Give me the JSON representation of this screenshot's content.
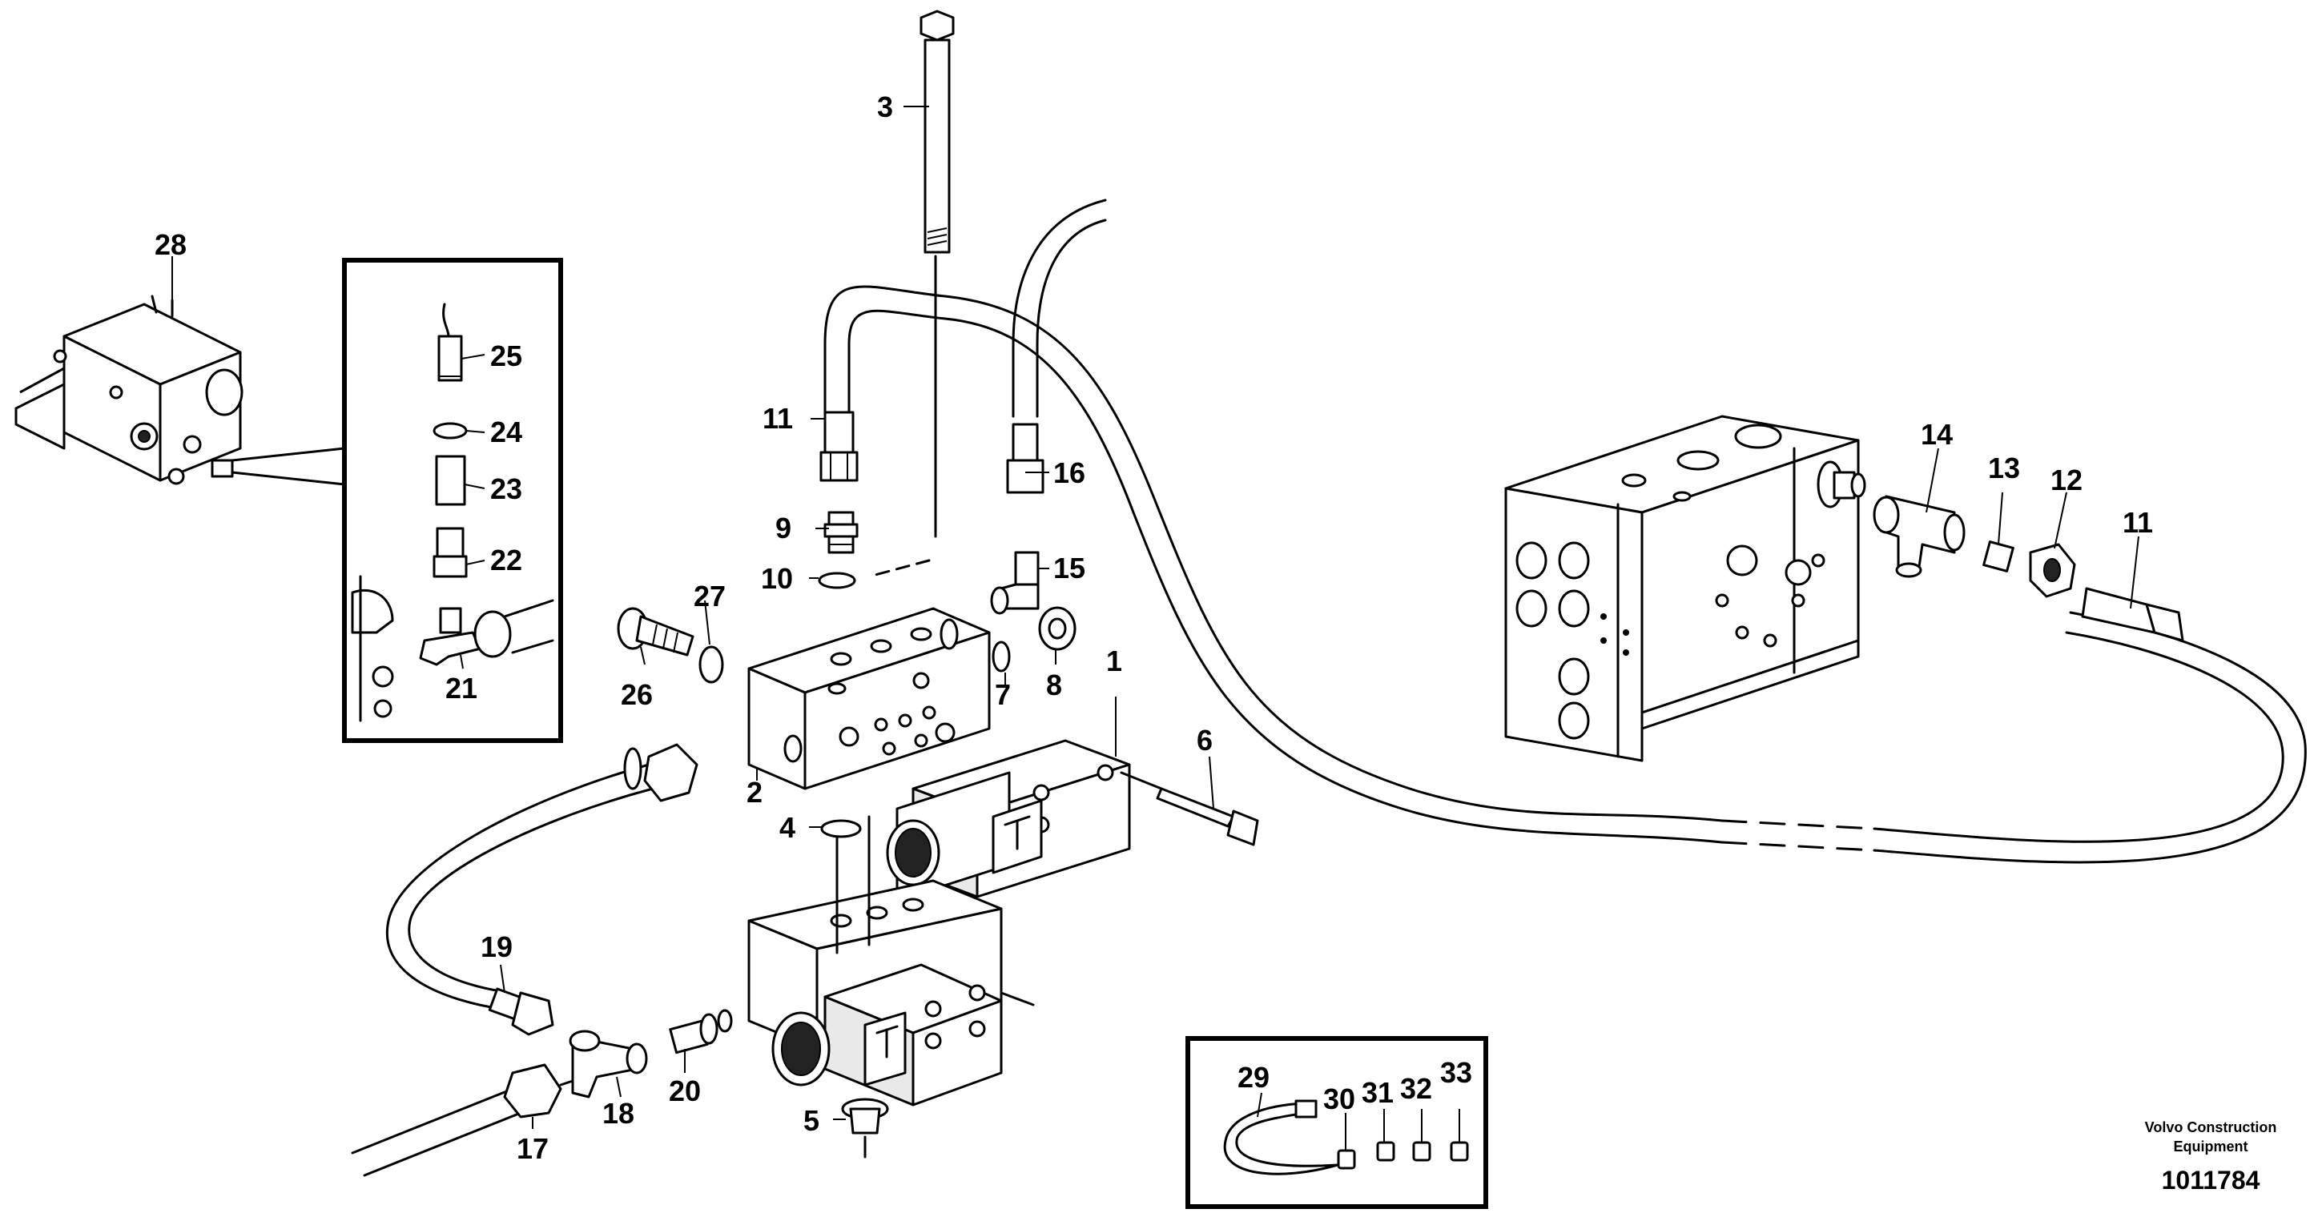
{
  "diagram": {
    "callouts": {
      "c1": "1",
      "c2": "2",
      "c3": "3",
      "c4": "4",
      "c5": "5",
      "c6": "6",
      "c7": "7",
      "c8": "8",
      "c9": "9",
      "c10": "10",
      "c11a": "11",
      "c11b": "11",
      "c12": "12",
      "c13": "13",
      "c14": "14",
      "c15": "15",
      "c16": "16",
      "c17": "17",
      "c18": "18",
      "c19": "19",
      "c20": "20",
      "c21": "21",
      "c22": "22",
      "c23": "23",
      "c24": "24",
      "c25": "25",
      "c26": "26",
      "c27": "27",
      "c28": "28",
      "c29": "29",
      "c30": "30",
      "c31": "31",
      "c32": "32",
      "c33": "33"
    },
    "credit_line1": "Volvo Construction",
    "credit_line2": "Equipment",
    "reference_number": "1011784"
  }
}
